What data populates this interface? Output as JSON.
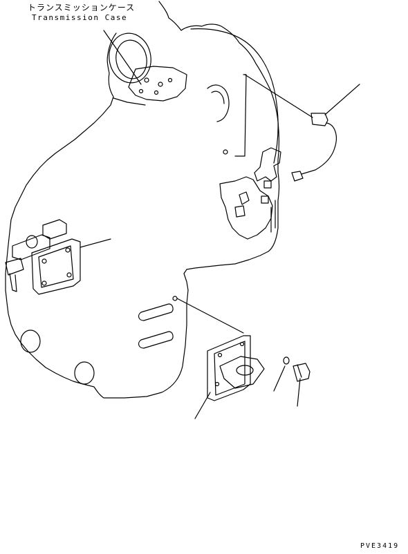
{
  "callout": {
    "label_jp": "トランスミッションケース",
    "label_en": "Transmission Case"
  },
  "drawing_code": "PVE3419"
}
